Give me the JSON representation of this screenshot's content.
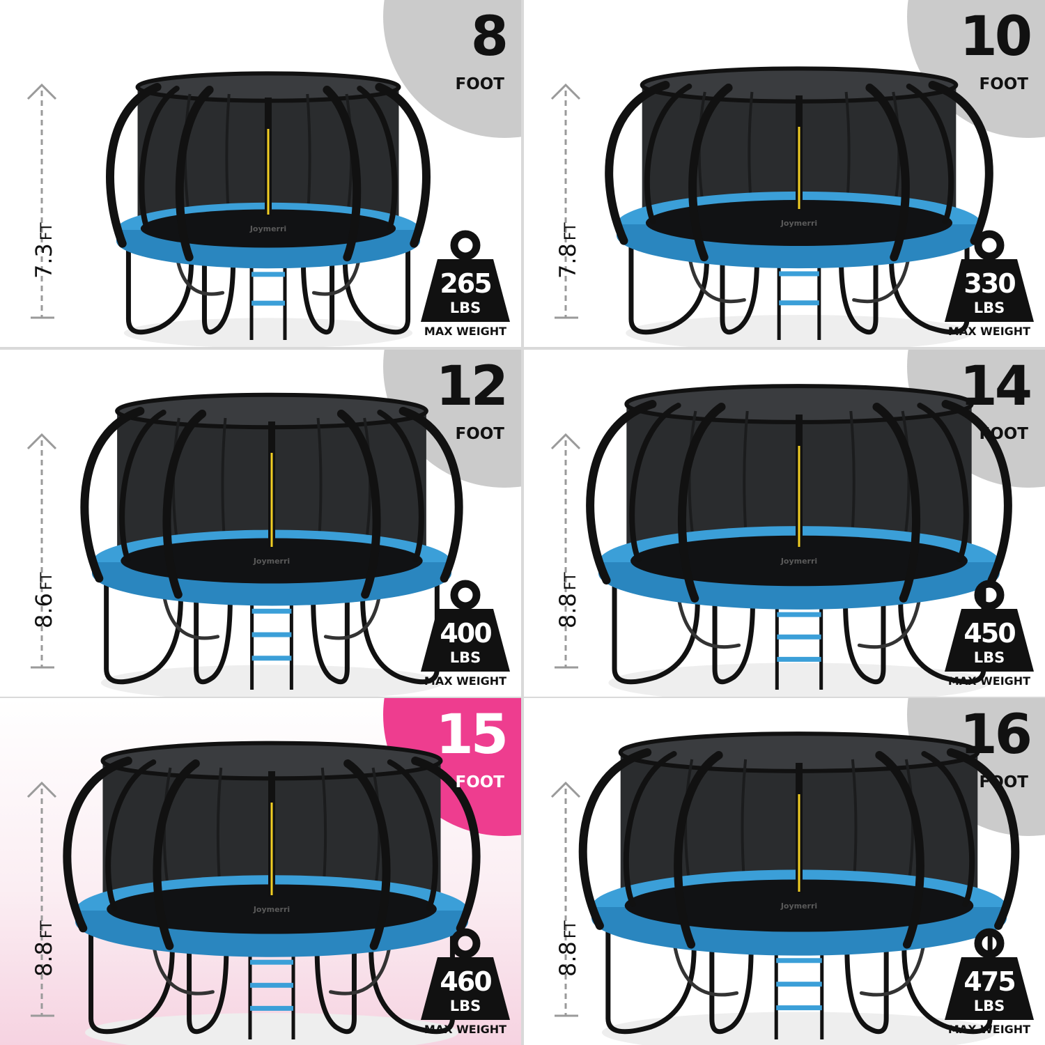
{
  "colors": {
    "pad_blue": "#3b9fd8",
    "net_dark": "#2a2c2e",
    "frame_black": "#111111",
    "badge_gray": "#cbcbcb",
    "badge_highlight": "#ee3d8f",
    "pole_yellow": "#f2cf24"
  },
  "brand_mark": "Joymerri",
  "products": [
    {
      "size": "8",
      "size_unit": "FOOT",
      "height": "7.3",
      "height_unit": "FT",
      "weight": "265",
      "weight_unit": "LBS",
      "weight_caption": "MAX WEIGHT",
      "highlight": false,
      "ladder_steps": 2
    },
    {
      "size": "10",
      "size_unit": "FOOT",
      "height": "7.8",
      "height_unit": "FT",
      "weight": "330",
      "weight_unit": "LBS",
      "weight_caption": "MAX WEIGHT",
      "highlight": false,
      "ladder_steps": 2
    },
    {
      "size": "12",
      "size_unit": "FOOT",
      "height": "8.6",
      "height_unit": "FT",
      "weight": "400",
      "weight_unit": "LBS",
      "weight_caption": "MAX WEIGHT",
      "highlight": false,
      "ladder_steps": 3
    },
    {
      "size": "14",
      "size_unit": "FOOT",
      "height": "8.8",
      "height_unit": "FT",
      "weight": "450",
      "weight_unit": "LBS",
      "weight_caption": "MAX WEIGHT",
      "highlight": false,
      "ladder_steps": 3
    },
    {
      "size": "15",
      "size_unit": "FOOT",
      "height": "8.8",
      "height_unit": "FT",
      "weight": "460",
      "weight_unit": "LBS",
      "weight_caption": "MAX WEIGHT",
      "highlight": true,
      "ladder_steps": 3
    },
    {
      "size": "16",
      "size_unit": "FOOT",
      "height": "8.8",
      "height_unit": "FT",
      "weight": "475",
      "weight_unit": "LBS",
      "weight_caption": "MAX WEIGHT",
      "highlight": false,
      "ladder_steps": 3
    }
  ]
}
